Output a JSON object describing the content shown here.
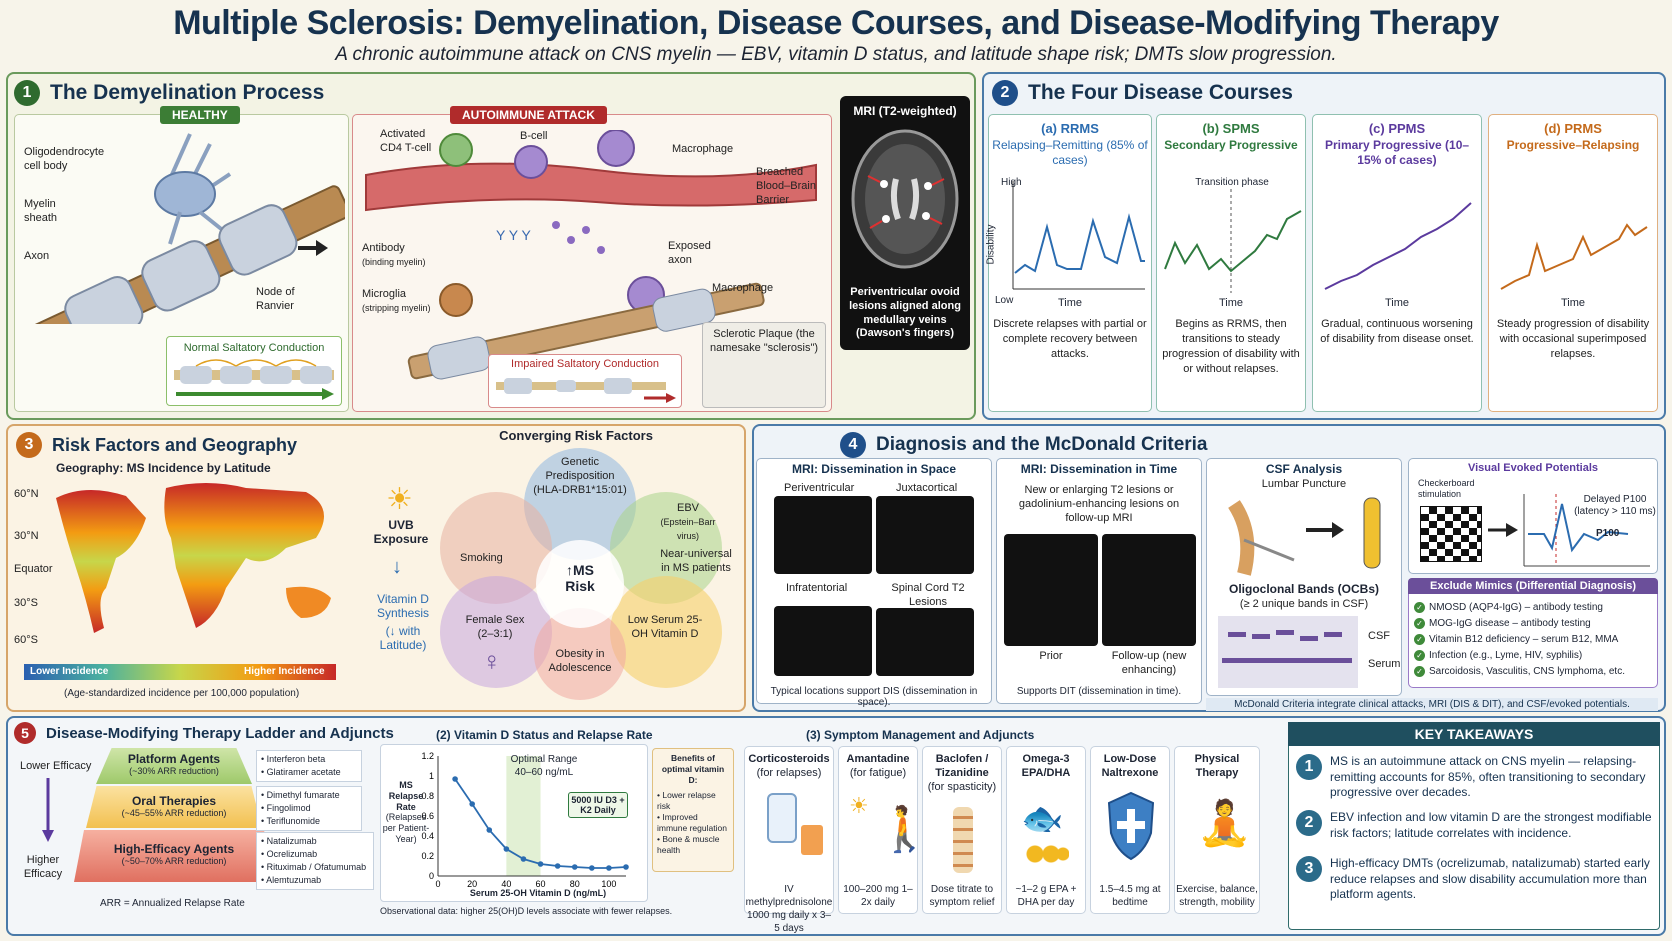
{
  "header": {
    "title": "Multiple Sclerosis: Demyelination, Disease Courses, and Disease-Modifying Therapy",
    "subtitle": "A chronic autoimmune attack on CNS myelin — EBV, vitamin D status, and latitude shape risk; DMTs slow progression."
  },
  "p1": {
    "num": "1",
    "title": "The Demyelination Process",
    "healthy": "HEALTHY",
    "attack": "AUTOIMMUNE ATTACK",
    "oligo": "Oligodendrocyte cell body",
    "myelin": "Myelin sheath",
    "axon": "Axon",
    "node": "Node of Ranvier",
    "normal": "Normal Saltatory Conduction",
    "tcell": "Activated CD4 T-cell",
    "bcell": "B-cell",
    "macro1": "Macrophage",
    "bbb": "Breached Blood–Brain Barrier",
    "antibody": "Antibody",
    "antibody_sub": "(binding myelin)",
    "exposed": "Exposed axon",
    "microglia": "Microglia",
    "microglia_sub": "(stripping myelin)",
    "macro2": "Macrophage",
    "impaired": "Impaired Saltatory Conduction",
    "plaque": "Sclerotic Plaque (the namesake \"sclerosis\")",
    "mri_title": "MRI (T2-weighted)",
    "mri_caption": "Periventricular ovoid lesions aligned along medullary veins (Dawson's fingers)"
  },
  "p2": {
    "num": "2",
    "title": "The Four Disease Courses",
    "courses": [
      {
        "name": "(a) RRMS",
        "sub": "Relapsing–Remitting (85% of cases)",
        "color": "#2b6cb0",
        "desc": "Discrete relapses with partial or complete recovery between attacks."
      },
      {
        "name": "(b) SPMS",
        "sub": "Secondary Progressive",
        "color": "#2f7a3f",
        "desc": "Begins as RRMS, then transitions to steady progression of disability with or without relapses."
      },
      {
        "name": "(c) PPMS",
        "sub": "Primary Progressive (10–15% of cases)",
        "color": "#5b3a9e",
        "desc": "Gradual, continuous worsening of disability from disease onset."
      },
      {
        "name": "(d) PRMS",
        "sub": "Progressive–Relapsing",
        "color": "#c46a1b",
        "desc": "Steady progression of disability with occasional superimposed relapses."
      }
    ],
    "time": "Time",
    "high": "High",
    "low": "Low",
    "disability": "Disability",
    "transition": "Transition phase"
  },
  "p3": {
    "num": "3",
    "title": "Risk Factors and Geography",
    "geo": "Geography: MS Incidence by Latitude",
    "lat": [
      "60°N",
      "30°N",
      "Equator",
      "30°S",
      "60°S"
    ],
    "lower": "Lower Incidence",
    "higher": "Higher Incidence",
    "footnote": "(Age-standardized incidence per 100,000 population)",
    "uvb": "UVB Exposure",
    "vitd": "Vitamin D Synthesis",
    "vitd_sub": "(↓ with Latitude)",
    "conv": "Converging Risk Factors",
    "genetic": "Genetic Predisposition (HLA-DRB1*15:01)",
    "ebv": "EBV",
    "ebv_sub": "(Epstein–Barr virus)",
    "ebv_note": "Near-universal in MS patients",
    "smoking": "Smoking",
    "center": "↑MS Risk",
    "female": "Female Sex (2–3:1)",
    "obesity": "Obesity in Adolescence",
    "serum": "Low Serum 25-OH Vitamin D"
  },
  "p4": {
    "num": "4",
    "title": "Diagnosis and the McDonald Criteria",
    "dis_title": "MRI: Dissemination in Space",
    "dis_labels": [
      "Periventricular",
      "Juxtacortical",
      "Infratentorial",
      "Spinal Cord T2 Lesions"
    ],
    "dis_note": "Typical locations support DIS (dissemination in space).",
    "dit_title": "MRI: Dissemination in Time",
    "dit_text": "New or enlarging T2 lesions or gadolinium-enhancing lesions on follow-up MRI",
    "prior": "Prior",
    "follow": "Follow-up (new enhancing)",
    "dit_note": "Supports DIT (dissemination in time).",
    "csf_title": "CSF Analysis",
    "lp": "Lumbar Puncture",
    "ocb": "Oligoclonal Bands (OCBs)",
    "ocb_sub": "(≥ 2 unique bands in CSF)",
    "csf": "CSF",
    "serum": "Serum",
    "vep_title": "Visual Evoked Potentials",
    "checker": "Checkerboard stimulation",
    "delayed": "Delayed P100 (latency > 110 ms)",
    "p100": "P100",
    "mimic_title": "Exclude Mimics (Differential Diagnosis)",
    "mimics": [
      "NMOSD (AQP4-IgG) – antibody testing",
      "MOG-IgG disease – antibody testing",
      "Vitamin B12 deficiency – serum B12, MMA",
      "Infection (e.g., Lyme, HIV, syphilis)",
      "Sarcoidosis, Vasculitis, CNS lymphoma, etc."
    ],
    "footer": "McDonald Criteria integrate clinical attacks, MRI (DIS & DIT), and CSF/evoked potentials."
  },
  "p5": {
    "num": "5",
    "title": "Disease-Modifying Therapy Ladder and Adjuncts",
    "lower_eff": "Lower Efficacy",
    "higher_eff": "Higher Efficacy",
    "tiers": [
      {
        "name": "Platform Agents",
        "sub": "(~30% ARR reduction)",
        "drugs": [
          "Interferon beta",
          "Glatiramer acetate"
        ]
      },
      {
        "name": "Oral Therapies",
        "sub": "(~45–55% ARR reduction)",
        "drugs": [
          "Dimethyl fumarate",
          "Fingolimod",
          "Teriflunomide"
        ]
      },
      {
        "name": "High-Efficacy Agents",
        "sub": "(~50–70% ARR reduction)",
        "drugs": [
          "Natalizumab",
          "Ocrelizumab",
          "Rituximab / Ofatumumab",
          "Alemtuzumab"
        ]
      }
    ],
    "arr": "ARR = Annualized Relapse Rate"
  },
  "vitd_chart": {
    "title": "(2) Vitamin D Status and Relapse Rate",
    "optimal": "Optimal Range",
    "optimal_sub": "40–60 ng/mL",
    "dose": "5000 IU D3 + K2 Daily",
    "ylabel": "MS Relapse Rate",
    "ylabel_sub": "(Relapses per Patient-Year)",
    "xlabel": "Serum 25-OH Vitamin D (ng/mL)",
    "note": "Observational data: higher 25(OH)D levels associate with fewer relapses.",
    "benefits_title": "Benefits of optimal vitamin D:",
    "benefits": [
      "Lower relapse risk",
      "Improved immune regulation",
      "Bone & muscle health"
    ]
  },
  "chart_data": {
    "type": "line",
    "title": "(2) Vitamin D Status and Relapse Rate",
    "xlabel": "Serum 25-OH Vitamin D (ng/mL)",
    "ylabel": "MS Relapse Rate",
    "x": [
      10,
      20,
      30,
      40,
      50,
      60,
      70,
      80,
      90,
      100,
      110
    ],
    "values": [
      0.97,
      0.72,
      0.46,
      0.27,
      0.17,
      0.12,
      0.1,
      0.09,
      0.08,
      0.08,
      0.09
    ],
    "xlim": [
      0,
      110
    ],
    "ylim": [
      0,
      1.2
    ],
    "xticks": [
      0,
      20,
      40,
      60,
      80,
      100
    ],
    "yticks": [
      0,
      0.2,
      0.4,
      0.6,
      0.8,
      1.0,
      1.2
    ],
    "shaded_range": [
      40,
      60
    ]
  },
  "symptoms": {
    "title": "(3) Symptom Management and Adjuncts",
    "cards": [
      {
        "name": "Corticosteroids",
        "sub": "(for relapses)",
        "dose": "IV methylprednisolone 1000 mg daily x 3–5 days"
      },
      {
        "name": "Amantadine",
        "sub": "(for fatigue)",
        "dose": "100–200 mg 1–2x daily"
      },
      {
        "name": "Baclofen / Tizanidine",
        "sub": "(for spasticity)",
        "dose": "Dose titrate to symptom relief"
      },
      {
        "name": "Omega-3 EPA/DHA",
        "sub": "",
        "dose": "~1–2 g EPA + DHA per day"
      },
      {
        "name": "Low-Dose Naltrexone",
        "sub": "",
        "dose": "1.5–4.5 mg at bedtime"
      },
      {
        "name": "Physical Therapy",
        "sub": "",
        "dose": "Exercise, balance, strength, mobility"
      }
    ]
  },
  "takeaways": {
    "title": "KEY TAKEAWAYS",
    "items": [
      "MS is an autoimmune attack on CNS myelin — relapsing-remitting accounts for 85%, often transitioning to secondary progressive over decades.",
      "EBV infection and low vitamin D are the strongest modifiable risk factors; latitude correlates with incidence.",
      "High-efficacy DMTs (ocrelizumab, natalizumab) started early reduce relapses and slow disability accumulation more than platform agents."
    ]
  }
}
